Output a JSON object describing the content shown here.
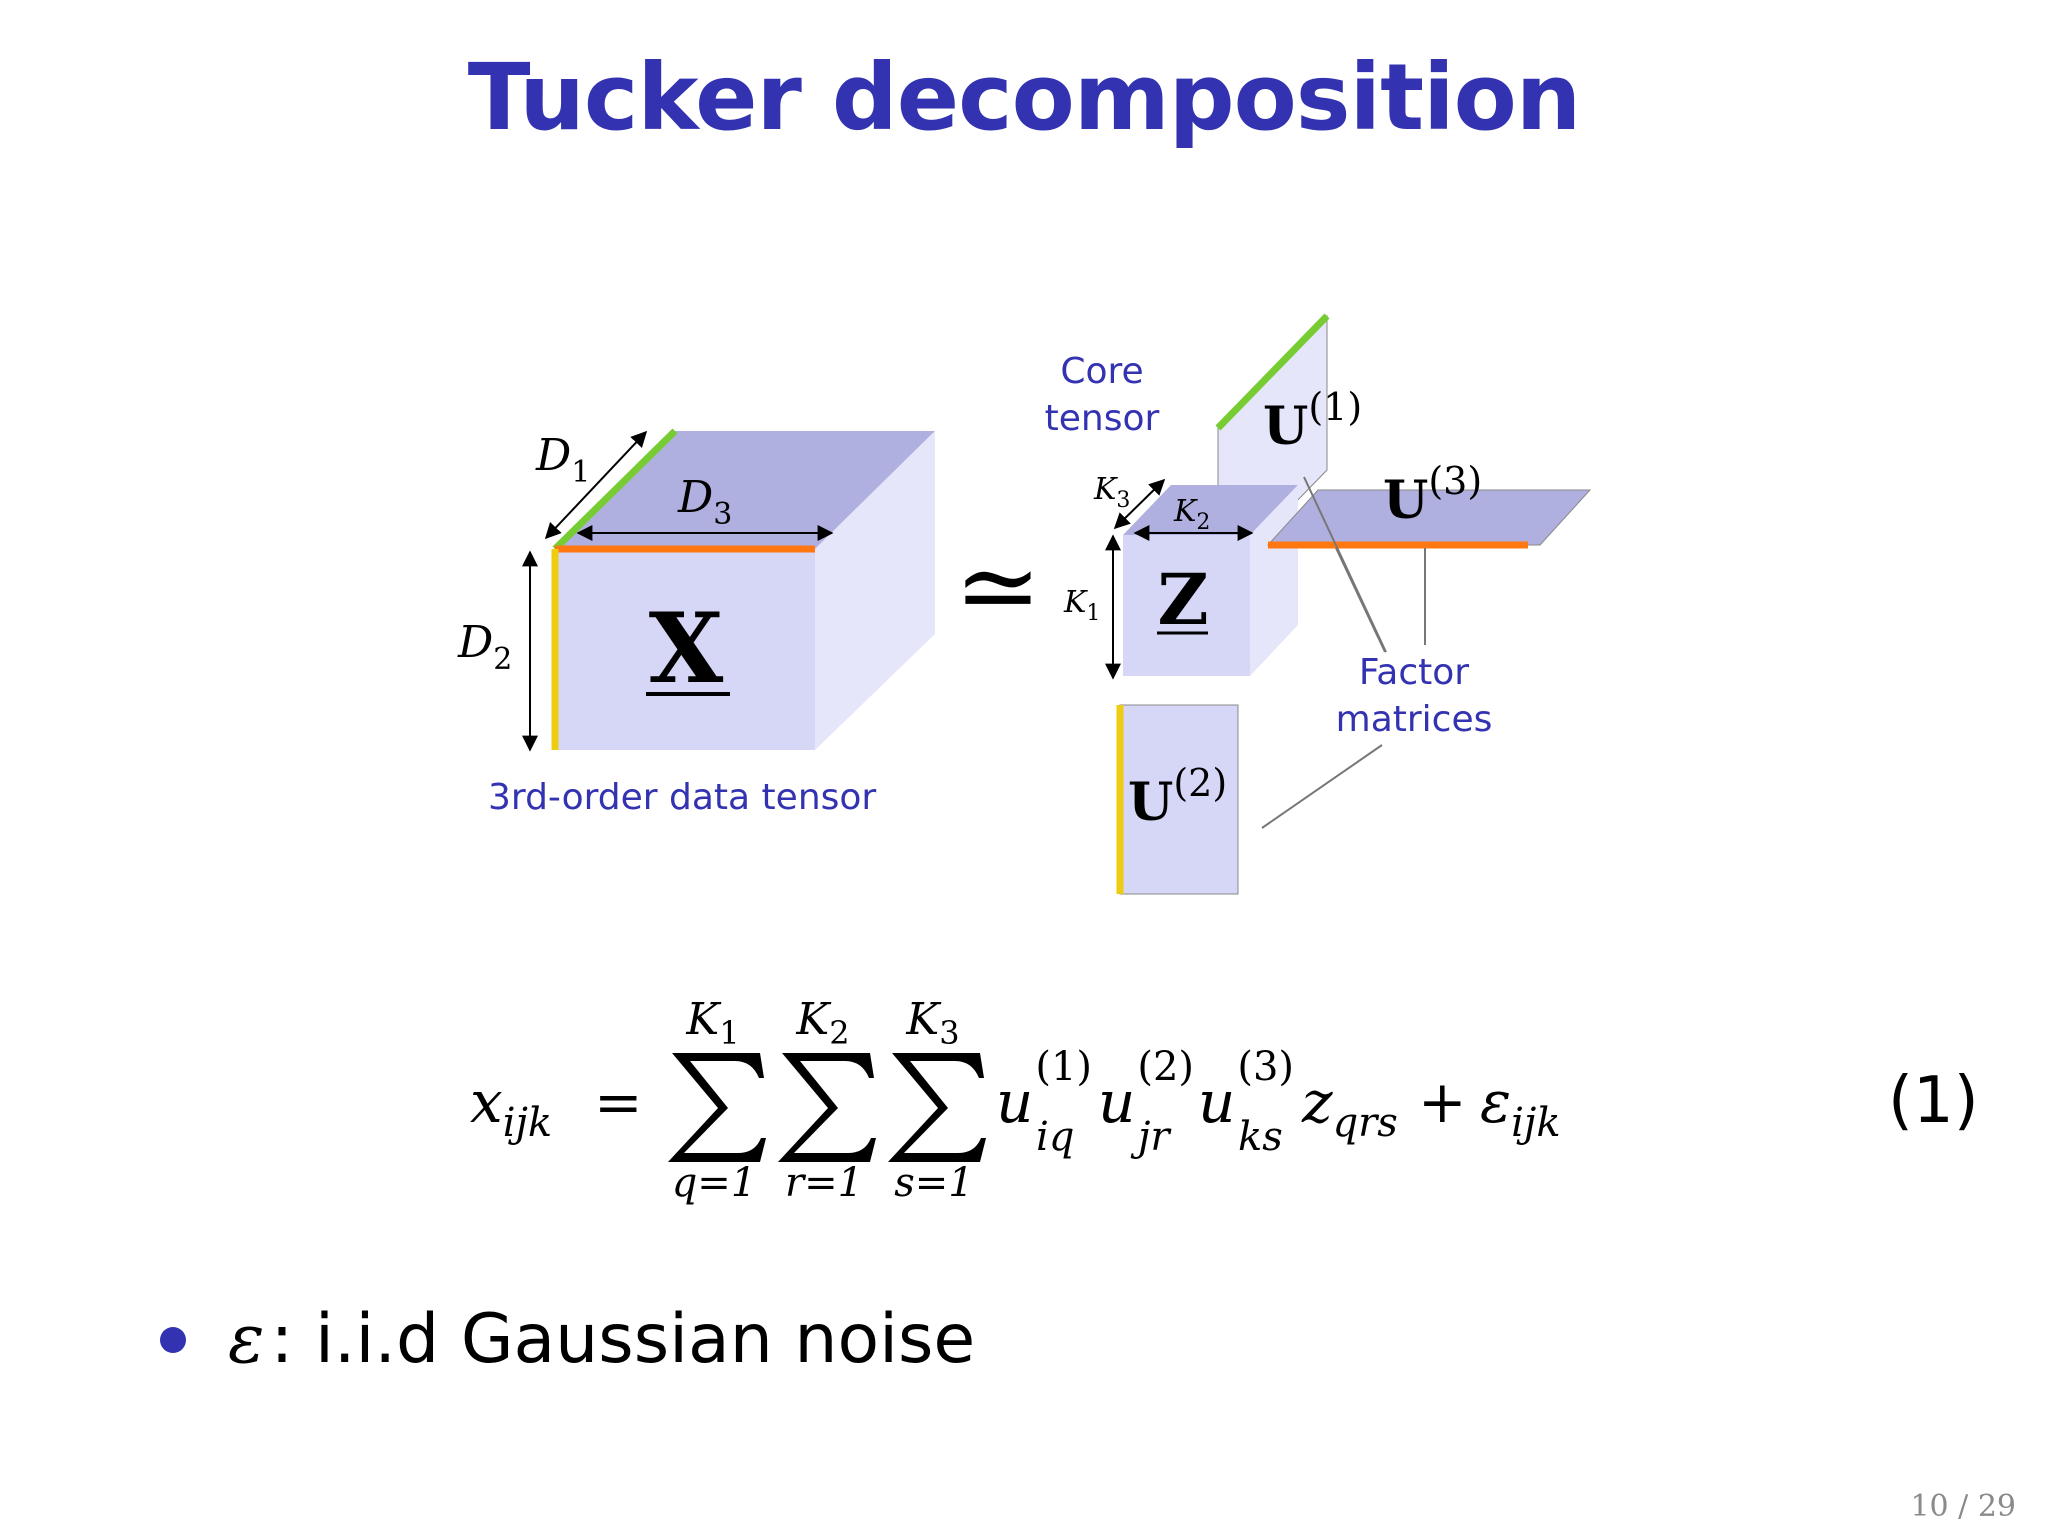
{
  "slide": {
    "title": "Tucker decomposition",
    "page_number": "10 / 29"
  },
  "diagram": {
    "data_tensor": {
      "symbol": "X",
      "caption": "3rd-order data tensor",
      "dim_labels": {
        "depth": "D",
        "depth_sub": "1",
        "height": "D",
        "height_sub": "2",
        "width": "D",
        "width_sub": "3"
      }
    },
    "approx_symbol": "≃",
    "core_tensor": {
      "symbol": "Z",
      "caption_line1": "Core",
      "caption_line2": "tensor",
      "dim_labels": {
        "k1": "K",
        "k1_sub": "1",
        "k2": "K",
        "k2_sub": "2",
        "k3": "K",
        "k3_sub": "3"
      }
    },
    "factors": {
      "caption_line1": "Factor",
      "caption_line2": "matrices",
      "u1": {
        "base": "U",
        "sup": "(1)"
      },
      "u2": {
        "base": "U",
        "sup": "(2)"
      },
      "u3": {
        "base": "U",
        "sup": "(3)"
      }
    },
    "edge_colors": {
      "mode1": "#77cc33",
      "mode2": "#eecc11",
      "mode3": "#ff7711"
    },
    "fill_colors": {
      "front": "#d6d6f7",
      "top": "#b0b0e0",
      "side": "#e6e6fb"
    }
  },
  "equation": {
    "lhs": "x",
    "lhs_sub": "ijk",
    "equals": "=",
    "sums": [
      {
        "upper": "K",
        "upper_sub": "1",
        "lower": "q=1"
      },
      {
        "upper": "K",
        "upper_sub": "2",
        "lower": "r=1"
      },
      {
        "upper": "K",
        "upper_sub": "3",
        "lower": "s=1"
      }
    ],
    "terms": [
      {
        "base": "u",
        "sup": "(1)",
        "sub": "iq"
      },
      {
        "base": "u",
        "sup": "(2)",
        "sub": "jr"
      },
      {
        "base": "u",
        "sup": "(3)",
        "sub": "ks"
      },
      {
        "base": "z",
        "sup": "",
        "sub": "qrs"
      }
    ],
    "plus": "+",
    "noise": "ε",
    "noise_sub": "ijk",
    "tag": "(1)"
  },
  "bullets": [
    {
      "symbol": "ε",
      "text": ": i.i.d Gaussian noise"
    }
  ]
}
